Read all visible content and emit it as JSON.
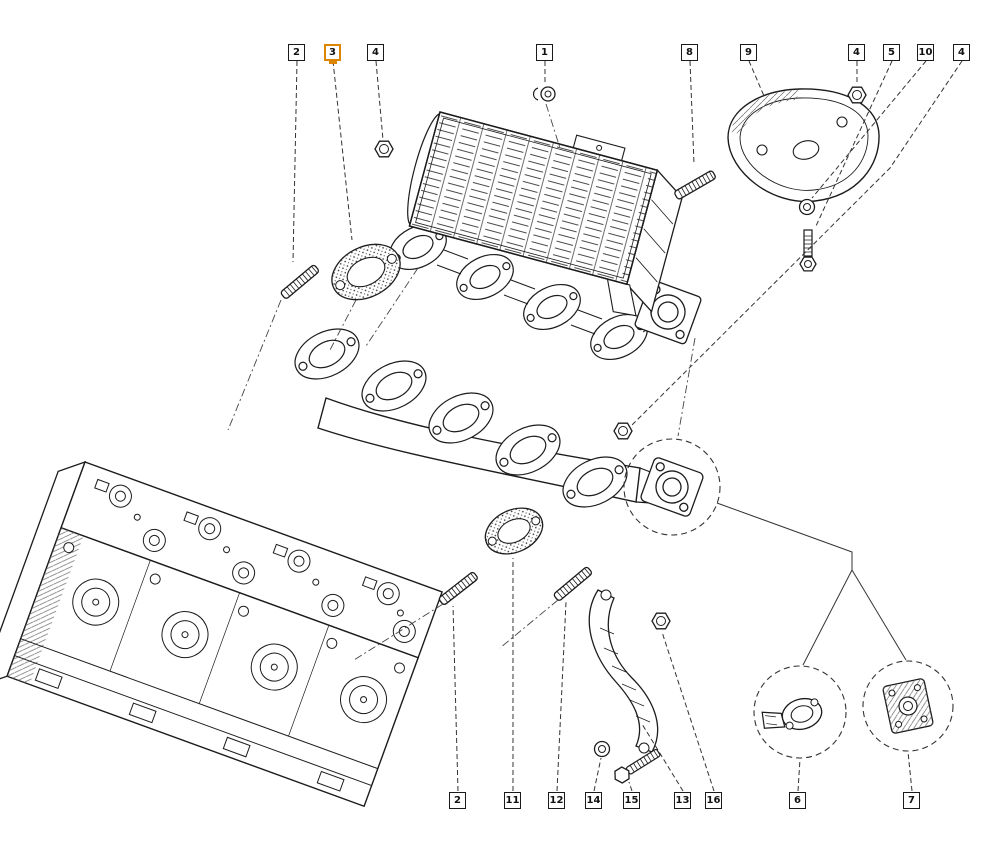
{
  "diagram": {
    "kind": "exploded-parts-diagram",
    "background_color": "#ffffff",
    "line_color": "#1c1c1c",
    "highlight_color": "#dd8500"
  },
  "callouts": {
    "top": [
      {
        "id": "top-2",
        "label": "2",
        "highlighted": false
      },
      {
        "id": "top-3",
        "label": "3",
        "highlighted": true
      },
      {
        "id": "top-4a",
        "label": "4",
        "highlighted": false
      },
      {
        "id": "top-1",
        "label": "1",
        "highlighted": false
      },
      {
        "id": "top-8",
        "label": "8",
        "highlighted": false
      },
      {
        "id": "top-9",
        "label": "9",
        "highlighted": false
      },
      {
        "id": "top-4b",
        "label": "4",
        "highlighted": false
      },
      {
        "id": "top-5",
        "label": "5",
        "highlighted": false
      },
      {
        "id": "top-10",
        "label": "10",
        "highlighted": false
      },
      {
        "id": "top-4c",
        "label": "4",
        "highlighted": false
      }
    ],
    "bottom": [
      {
        "id": "bottom-2",
        "label": "2",
        "highlighted": false
      },
      {
        "id": "bottom-11",
        "label": "11",
        "highlighted": false
      },
      {
        "id": "bottom-12",
        "label": "12",
        "highlighted": false
      },
      {
        "id": "bottom-14",
        "label": "14",
        "highlighted": false
      },
      {
        "id": "bottom-15",
        "label": "15",
        "highlighted": false
      },
      {
        "id": "bottom-13",
        "label": "13",
        "highlighted": false
      },
      {
        "id": "bottom-16",
        "label": "16",
        "highlighted": false
      },
      {
        "id": "bottom-6",
        "label": "6",
        "highlighted": false
      },
      {
        "id": "bottom-7",
        "label": "7",
        "highlighted": false
      }
    ]
  }
}
